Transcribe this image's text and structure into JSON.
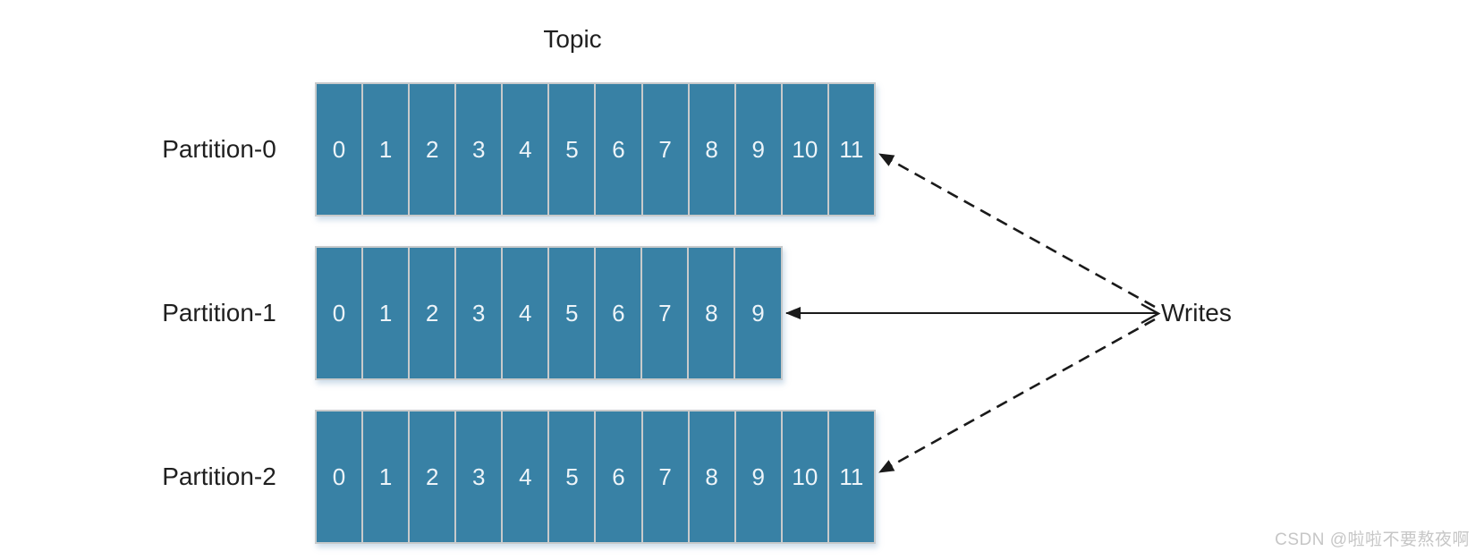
{
  "title": "Topic",
  "writes": {
    "label": "Writes"
  },
  "watermark": "CSDN @啦啦不要熬夜啊",
  "partitions": [
    {
      "label": "Partition-0",
      "offsets": [
        "0",
        "1",
        "2",
        "3",
        "4",
        "5",
        "6",
        "7",
        "8",
        "9",
        "10",
        "11"
      ]
    },
    {
      "label": "Partition-1",
      "offsets": [
        "0",
        "1",
        "2",
        "3",
        "4",
        "5",
        "6",
        "7",
        "8",
        "9"
      ]
    },
    {
      "label": "Partition-2",
      "offsets": [
        "0",
        "1",
        "2",
        "3",
        "4",
        "5",
        "6",
        "7",
        "8",
        "9",
        "10",
        "11"
      ]
    }
  ],
  "arrows": [
    {
      "target": "Partition-0",
      "style": "dashed",
      "direction": "writes-to-partition"
    },
    {
      "target": "Partition-1",
      "style": "solid",
      "direction": "writes-to-partition"
    },
    {
      "target": "Partition-2",
      "style": "dashed",
      "direction": "writes-to-partition"
    }
  ],
  "colors": {
    "cell_fill": "#3881a5",
    "cell_border": "#c8cacb",
    "text": "#1f1f1f",
    "arrow": "#1a1a1a",
    "watermark_text": "#c6c6c6"
  }
}
